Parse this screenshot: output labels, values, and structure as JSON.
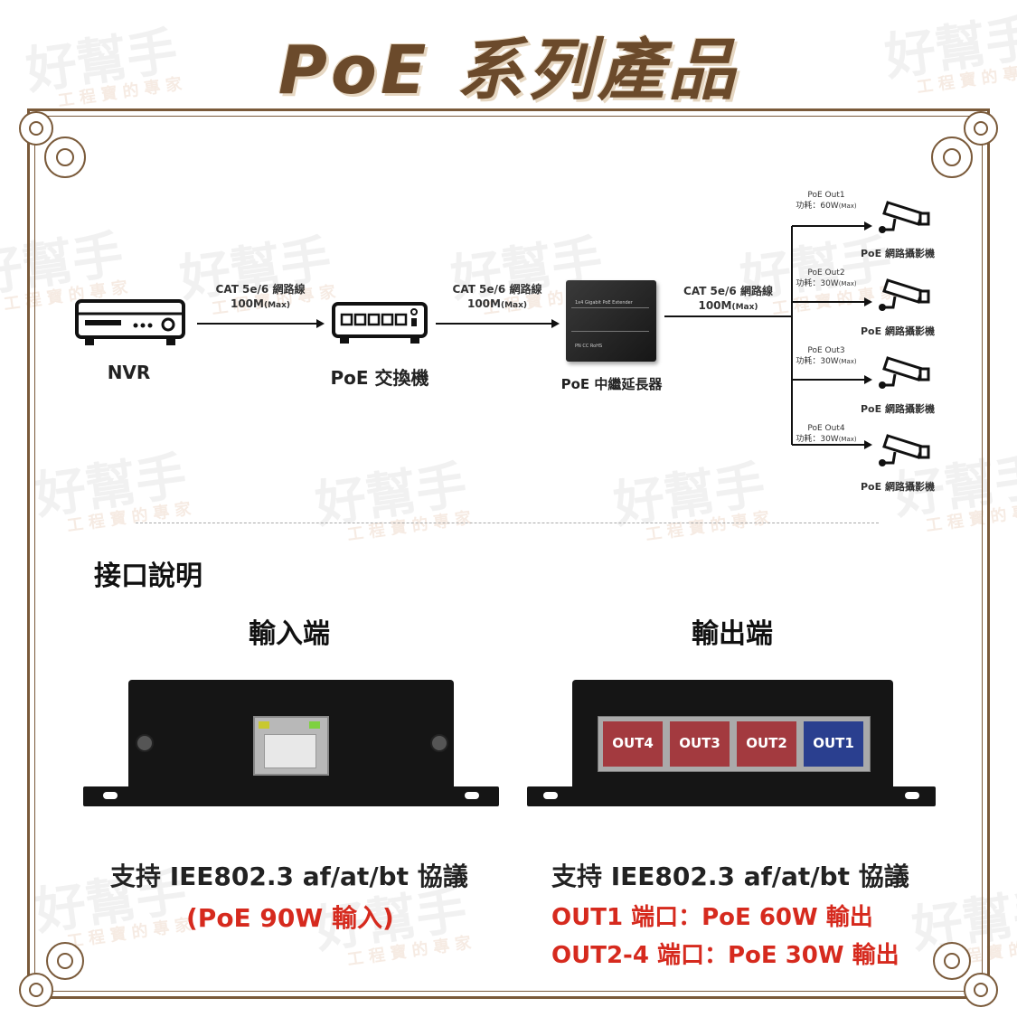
{
  "title": "PoE 系列產品",
  "watermark": {
    "brand": "好幫手",
    "tagline": "工程寶的專家"
  },
  "diagram": {
    "nvr_label": "NVR",
    "switch_label": "PoE 交換機",
    "extender_label": "PoE 中繼延長器",
    "extender_text": {
      "top": "1x4 Gigabit PoE Extender",
      "bottom": "PN  CC RoHS"
    },
    "cables": [
      {
        "line1": "CAT 5e/6 網路線",
        "line2": "100M",
        "max": "(Max)"
      },
      {
        "line1": "CAT 5e/6 網路線",
        "line2": "100M",
        "max": "(Max)"
      },
      {
        "line1": "CAT 5e/6 網路線",
        "line2": "100M",
        "max": "(Max)"
      }
    ],
    "outputs": [
      {
        "name": "PoE Out1",
        "power": "功耗：60W",
        "max": "(Max)",
        "camera": "PoE 網路攝影機"
      },
      {
        "name": "PoE Out2",
        "power": "功耗：30W",
        "max": "(Max)",
        "camera": "PoE 網路攝影機"
      },
      {
        "name": "PoE Out3",
        "power": "功耗：30W",
        "max": "(Max)",
        "camera": "PoE 網路攝影機"
      },
      {
        "name": "PoE Out4",
        "power": "功耗：30W",
        "max": "(Max)",
        "camera": "PoE 網路攝影機"
      }
    ]
  },
  "interface": {
    "heading": "接口說明",
    "input": {
      "title": "輸入端",
      "spec": "支持 IEE802.3 af/at/bt 協議",
      "note": "(PoE 90W 輸入)"
    },
    "output": {
      "title": "輸出端",
      "spec": "支持 IEE802.3 af/at/bt 協議",
      "line1": "OUT1 端口：PoE 60W 輸出",
      "line2": "OUT2-4 端口：PoE 30W 輸出",
      "ports": [
        "OUT4",
        "OUT3",
        "OUT2",
        "OUT1"
      ]
    }
  },
  "colors": {
    "frame": "#7a5a3a",
    "accent_red": "#d62a1e",
    "port_red": "#a33a3f",
    "port_blue": "#2a3f8f"
  }
}
